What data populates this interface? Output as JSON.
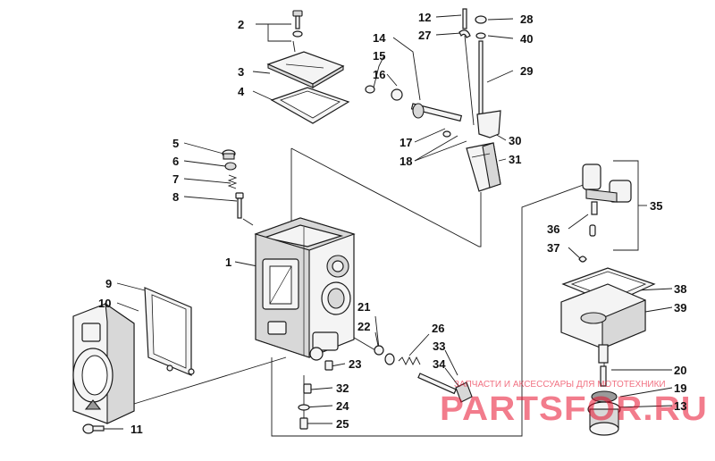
{
  "callouts": {
    "c1": "1",
    "c2": "2",
    "c3": "3",
    "c4": "4",
    "c5": "5",
    "c6": "6",
    "c7": "7",
    "c8": "8",
    "c9": "9",
    "c10": "10",
    "c11": "11",
    "c12": "12",
    "c13": "13",
    "c14": "14",
    "c15": "15",
    "c16": "16",
    "c17": "17",
    "c18": "18",
    "c19": "19",
    "c20": "20",
    "c21": "21",
    "c22": "22",
    "c23": "23",
    "c24": "24",
    "c25": "25",
    "c26": "26",
    "c27": "27",
    "c28": "28",
    "c29": "29",
    "c30": "30",
    "c31": "31",
    "c32": "32",
    "c33": "33",
    "c34": "34",
    "c35": "35",
    "c36": "36",
    "c37": "37",
    "c38": "38",
    "c39": "39",
    "c40": "40"
  },
  "watermark": {
    "logo": "PARTSFOR.RU",
    "tagline": "ЗАПЧАСТИ И АКСЕССУАРЫ ДЛЯ МОТОТЕХНИКИ"
  },
  "colors": {
    "line": "#1a1a1a",
    "watermark": "#e8112d",
    "background": "#ffffff"
  }
}
